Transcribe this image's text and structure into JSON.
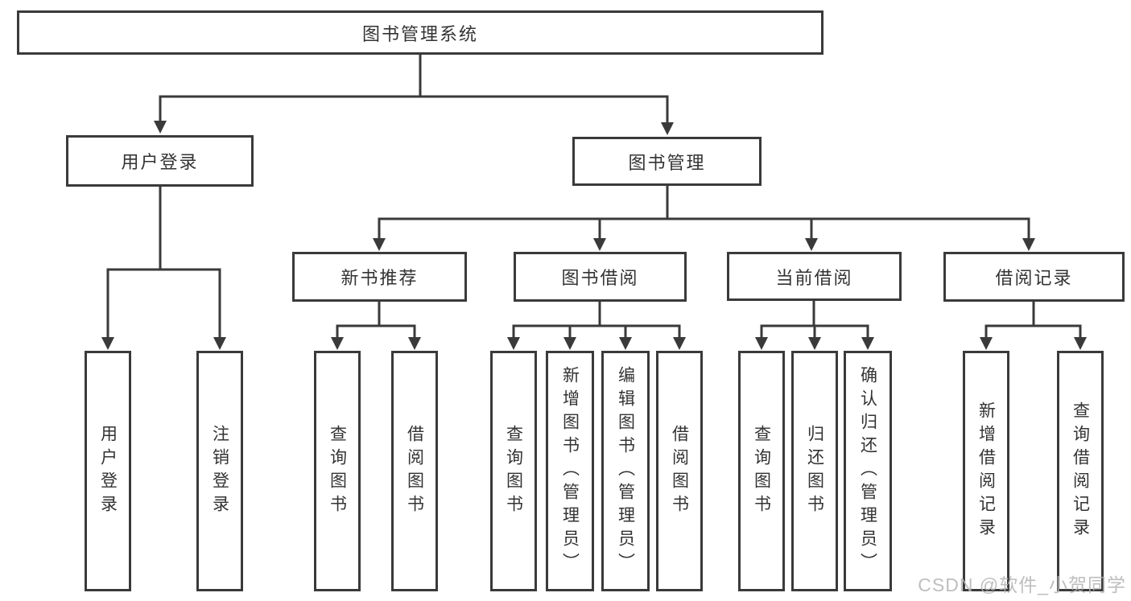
{
  "tree": {
    "label": "图书管理系统",
    "children": [
      {
        "label": "用户登录",
        "children": [
          {
            "label": "用户登录"
          },
          {
            "label": "注销登录"
          }
        ]
      },
      {
        "label": "图书管理",
        "children": [
          {
            "label": "新书推荐",
            "children": [
              {
                "label": "查询图书"
              },
              {
                "label": "借阅图书"
              }
            ]
          },
          {
            "label": "图书借阅",
            "children": [
              {
                "label": "查询图书"
              },
              {
                "label": "新增图书（管理员）"
              },
              {
                "label": "编辑图书（管理员）"
              },
              {
                "label": "借阅图书"
              }
            ]
          },
          {
            "label": "当前借阅",
            "children": [
              {
                "label": "查询图书"
              },
              {
                "label": "归还图书"
              },
              {
                "label": "确认归还（管理员）"
              }
            ]
          },
          {
            "label": "借阅记录",
            "children": [
              {
                "label": "新增借阅记录"
              },
              {
                "label": "查询借阅记录"
              }
            ]
          }
        ]
      }
    ]
  },
  "watermark": {
    "text": "CSDN @软件_小贺同学"
  },
  "colors": {
    "line": "#3a3a3a",
    "text": "#333333",
    "box_background": "#ffffff",
    "page_background": "#ffffff",
    "watermark": "#b3b3b3"
  }
}
